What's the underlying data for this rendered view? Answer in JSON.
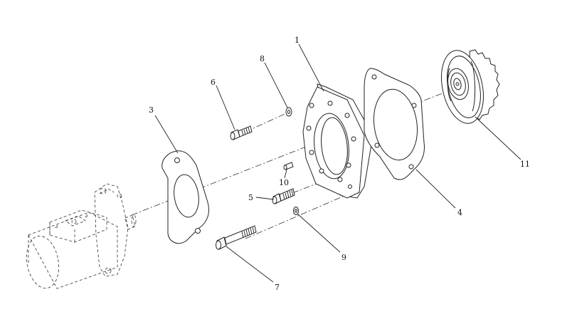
{
  "callouts": {
    "c1": "1",
    "c3": "3",
    "c4": "4",
    "c5": "5",
    "c6": "6",
    "c7": "7",
    "c8": "8",
    "c9": "9",
    "c10": "10",
    "c11": "11"
  },
  "colors": {
    "line": "#222222",
    "background": "#ffffff"
  }
}
